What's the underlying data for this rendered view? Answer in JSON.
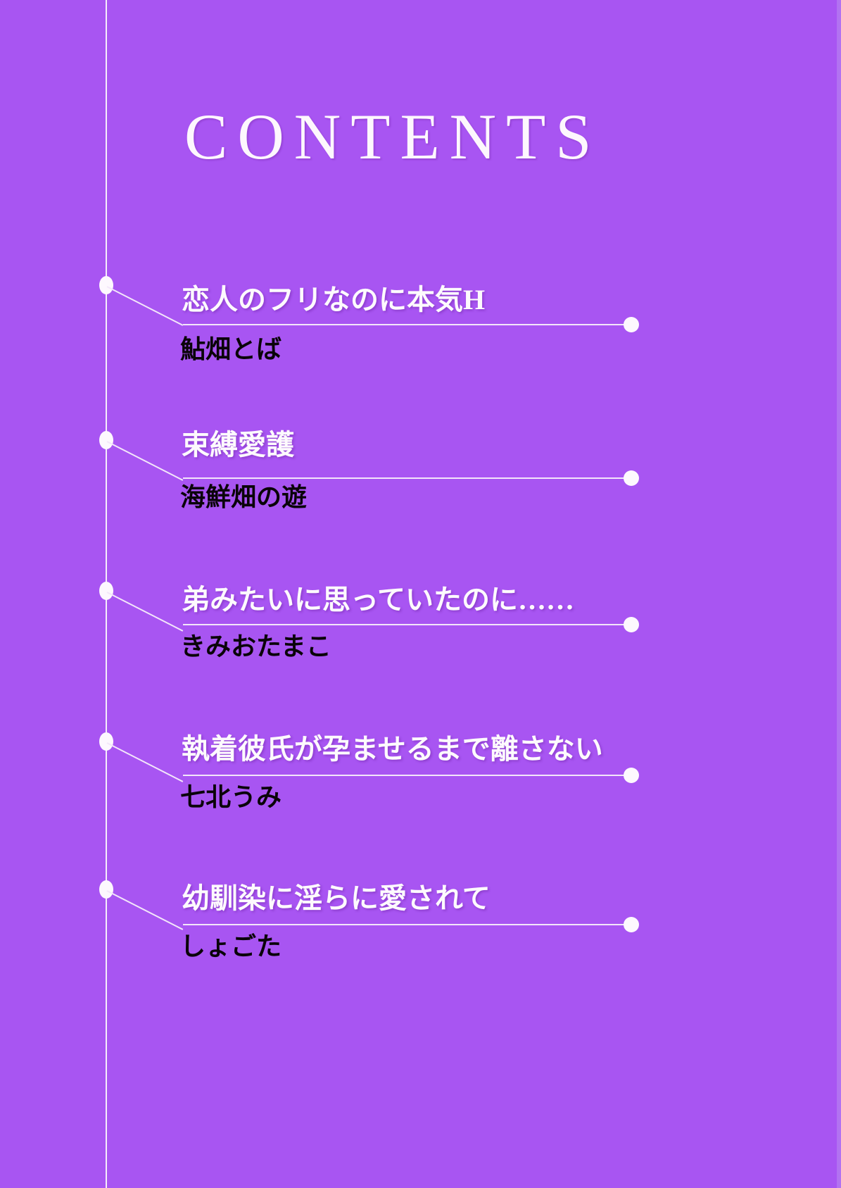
{
  "page": {
    "background_color": "#a855f2",
    "line_color": "#f3e6fa",
    "title_color": "#fdf7fd",
    "author_color": "#0a0409"
  },
  "header": {
    "title": "CONTENTS"
  },
  "contents": {
    "entries": [
      {
        "title": "恋人のフリなのに本気H",
        "author": "鮎畑とば"
      },
      {
        "title": "束縛愛護",
        "author": "海鮮畑の遊"
      },
      {
        "title": "弟みたいに思っていたのに……",
        "author": "きみおたまこ"
      },
      {
        "title": "執着彼氏が孕ませるまで離さない",
        "author": "七北うみ"
      },
      {
        "title": "幼馴染に淫らに愛されて",
        "author": "しょごた"
      }
    ]
  }
}
